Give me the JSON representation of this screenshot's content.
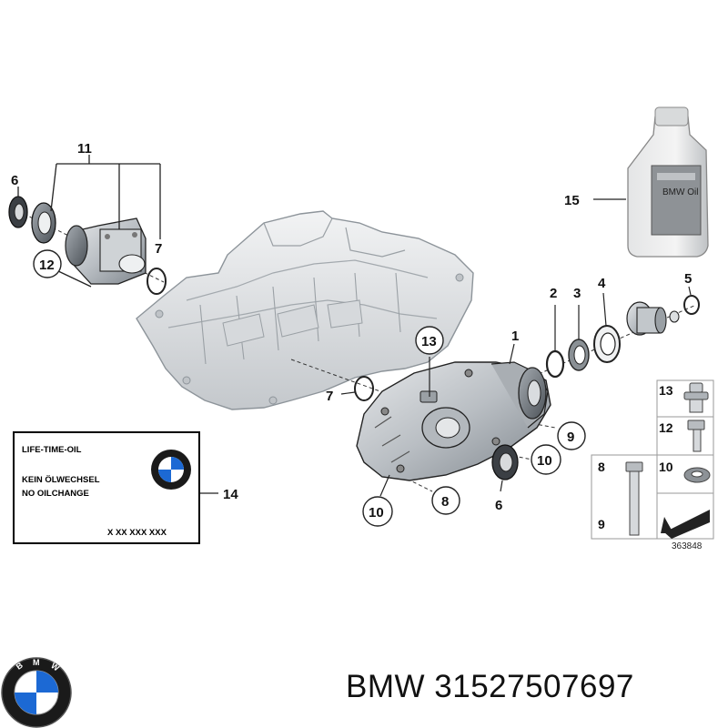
{
  "diagram": {
    "callouts": {
      "c1": "1",
      "c2": "2",
      "c3": "3",
      "c4": "4",
      "c5": "5",
      "c6_top": "6",
      "c6_bottom": "6",
      "c7_top": "7",
      "c7_mid": "7",
      "c8": "8",
      "c9": "9",
      "c10_right": "10",
      "c10_bottom": "10",
      "c11": "11",
      "c12": "12",
      "c13": "13",
      "c14": "14",
      "c15": "15"
    },
    "legend": {
      "row13": "13",
      "row12": "12",
      "row10": "10",
      "row8": "8",
      "row9": "9",
      "code": "363848"
    },
    "sticker": {
      "line1": "LIFE-TIME-OIL",
      "line2": "KEIN ÖLWECHSEL",
      "line3": "NO OILCHANGE",
      "line4": "X XX XXX XXX"
    },
    "oil_bottle_label": "BMW Oil"
  },
  "footer": {
    "brand_text": "BMW 31527507697",
    "logo_letters": "BMW"
  },
  "colors": {
    "bmw_blue": "#1c69d4",
    "outline": "#222222",
    "part_fill": "#c9cdd1"
  }
}
